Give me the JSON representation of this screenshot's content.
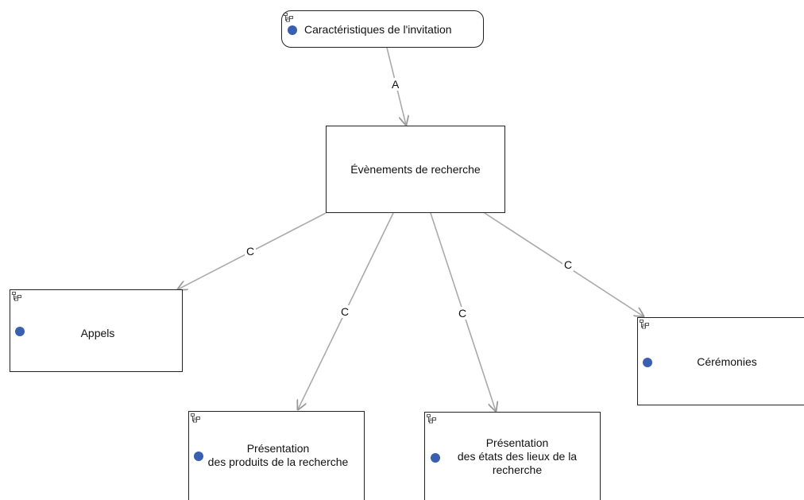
{
  "nodes": {
    "invitation": {
      "label": "Caractéristiques de l'invitation",
      "icon": "structure-icon",
      "dot_color": "#3b5fb0"
    },
    "evenements": {
      "label": "Évènements de recherche"
    },
    "appels": {
      "label": "Appels",
      "icon": "structure-icon"
    },
    "produits": {
      "label": "Présentation\ndes produits de la recherche",
      "icon": "structure-icon"
    },
    "etats": {
      "label": "Présentation\ndes états des lieux de la\nrecherche",
      "icon": "structure-icon"
    },
    "ceremonies": {
      "label": "Cérémonies",
      "icon": "structure-icon"
    }
  },
  "edges": [
    {
      "from": "invitation",
      "to": "evenements",
      "label": "A"
    },
    {
      "from": "evenements",
      "to": "appels",
      "label": "C"
    },
    {
      "from": "evenements",
      "to": "produits",
      "label": "C"
    },
    {
      "from": "evenements",
      "to": "etats",
      "label": "C"
    },
    {
      "from": "evenements",
      "to": "ceremonies",
      "label": "C"
    }
  ]
}
